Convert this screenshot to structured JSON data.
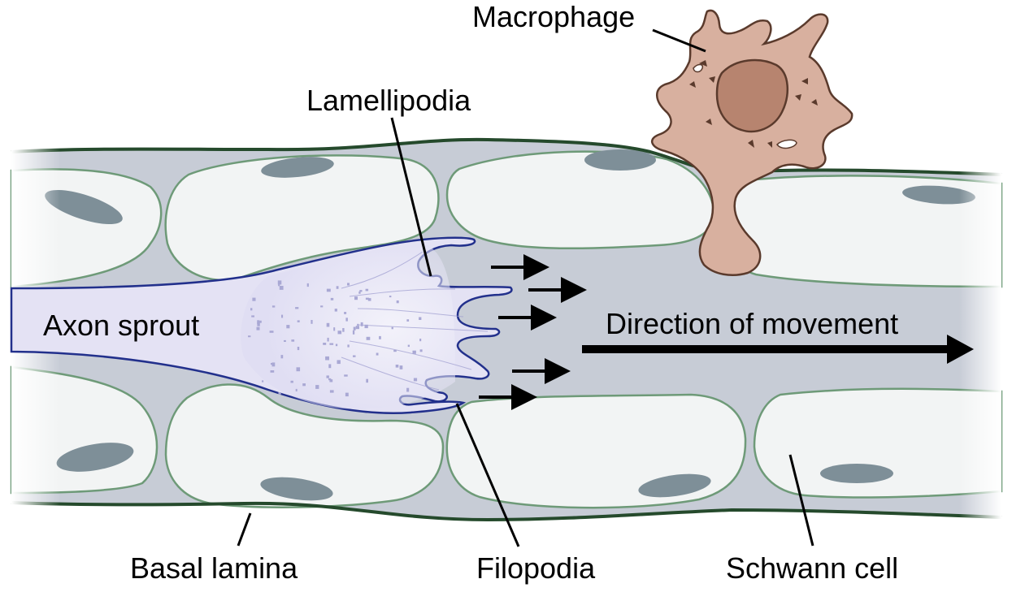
{
  "labels": {
    "macrophage": "Macrophage",
    "lamellipodia": "Lamellipodia",
    "axon_sprout": "Axon sprout",
    "direction": "Direction of movement",
    "basal_lamina": "Basal lamina",
    "filopodia": "Filopodia",
    "schwann_cell": "Schwann cell"
  },
  "colors": {
    "tube_fill": "#c7ccd6",
    "schwann_fill": "#f2f4f4",
    "schwann_stroke": "#6e9a78",
    "nucleus": "#7e8f98",
    "lamina": "#254a2c",
    "axon_stroke": "#22308c",
    "axon_fill": "#e4e2f4",
    "axon_dots": "#a9a8d4",
    "macrophage_fill": "#d8b09f",
    "macrophage_nucleus": "#b7846f",
    "macrophage_stroke": "#5a3a2c"
  }
}
